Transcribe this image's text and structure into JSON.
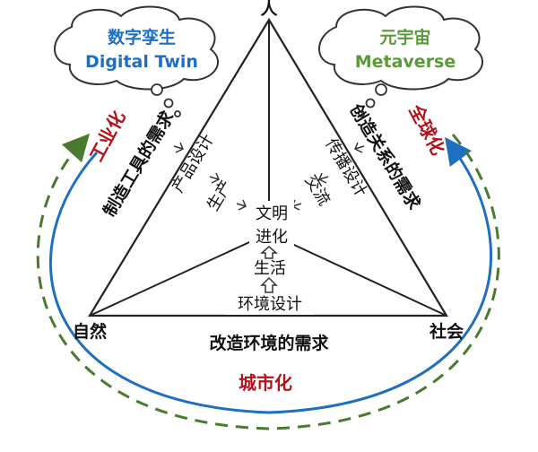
{
  "top_node": "人",
  "left_node": "自然",
  "right_node": "社会",
  "cloud_left": {
    "title": "数字孪生",
    "subtitle": "Digital Twin"
  },
  "cloud_right": {
    "title": "元宇宙",
    "subtitle": "Metaverse"
  },
  "needs": {
    "left": "制造工具的需求",
    "right": "创造关系的需求",
    "bottom": "改造环境的需求"
  },
  "designs": {
    "left": "产品设计",
    "right": "传播设计",
    "bottom": "环境设计"
  },
  "stages": {
    "left": "生产",
    "right": "交流",
    "bottom": "生活"
  },
  "center": {
    "line1": "文明",
    "line2": "进化"
  },
  "arcs": {
    "left": "工业化",
    "right": "全球化",
    "bottom": "城市化"
  },
  "colors": {
    "blue": "#1f6fc0",
    "green": "#4a7a2e",
    "red": "#b3121b",
    "cloud_blue": "#1f6fc0",
    "cloud_green": "#5b9a3a"
  }
}
